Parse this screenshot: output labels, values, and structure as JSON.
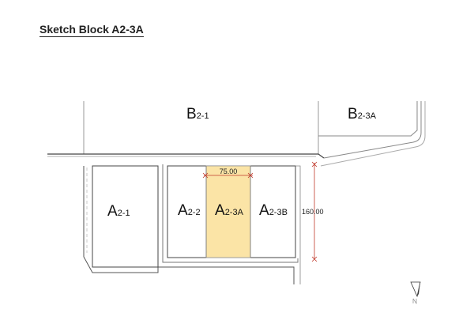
{
  "title": "Sketch Block A2-3A",
  "blocks": {
    "b21": {
      "main": "B",
      "sub": "2-1"
    },
    "b23a": {
      "main": "B",
      "sub": "2-3A"
    },
    "a21": {
      "main": "A",
      "sub": "2-1"
    },
    "a22": {
      "main": "A",
      "sub": "2-2"
    },
    "a23a": {
      "main": "A",
      "sub": "2-3A"
    },
    "a23b": {
      "main": "A",
      "sub": "2-3B"
    }
  },
  "dimensions": {
    "width": "75.00",
    "height": "160.00"
  },
  "colors": {
    "highlight": "#fbe4a6",
    "line": "#555555"
  }
}
